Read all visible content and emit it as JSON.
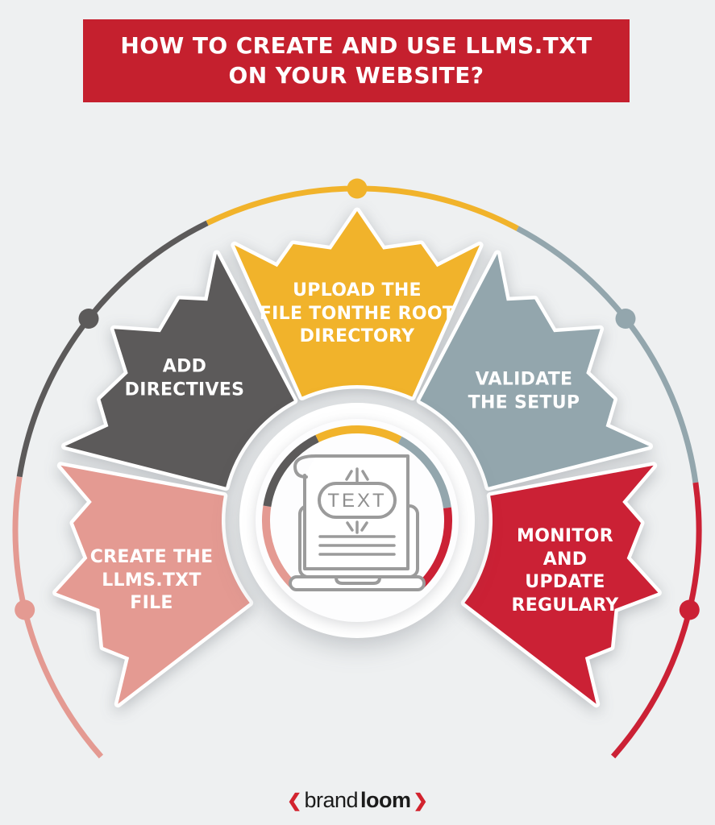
{
  "title": {
    "lines": [
      "HOW TO CREATE AND USE LLMS.TXT",
      "ON YOUR WEBSITE?"
    ],
    "background": "#c5202e",
    "color": "#ffffff"
  },
  "canvas_background": "#eef0f1",
  "diagram": {
    "center_icon_label": "TEXT",
    "icon_stroke": "#9b9b9b",
    "steps": [
      {
        "id": "create-file",
        "label_lines": [
          "CREATE THE",
          "LLMS.TXT",
          "FILE"
        ],
        "color": "#e49a92"
      },
      {
        "id": "add-directives",
        "label_lines": [
          "ADD",
          "DIRECTIVES"
        ],
        "color": "#5c5a5a"
      },
      {
        "id": "upload-file",
        "label_lines": [
          "UPLOAD THE",
          "FILE TONTHE ROOT",
          "DIRECTORY"
        ],
        "color": "#f1b32b"
      },
      {
        "id": "validate-setup",
        "label_lines": [
          "VALIDATE",
          "THE SETUP"
        ],
        "color": "#93a6ad"
      },
      {
        "id": "monitor-update",
        "label_lines": [
          "MONITOR",
          "AND",
          "UPDATE",
          "REGULARY"
        ],
        "color": "#cb2135"
      }
    ]
  },
  "logo": {
    "left_chevron": "❮",
    "brand": "brand",
    "loom": "loom",
    "right_chevron": "❯",
    "chevron_color": "#d2232e",
    "text_color": "#1b1b1b"
  }
}
